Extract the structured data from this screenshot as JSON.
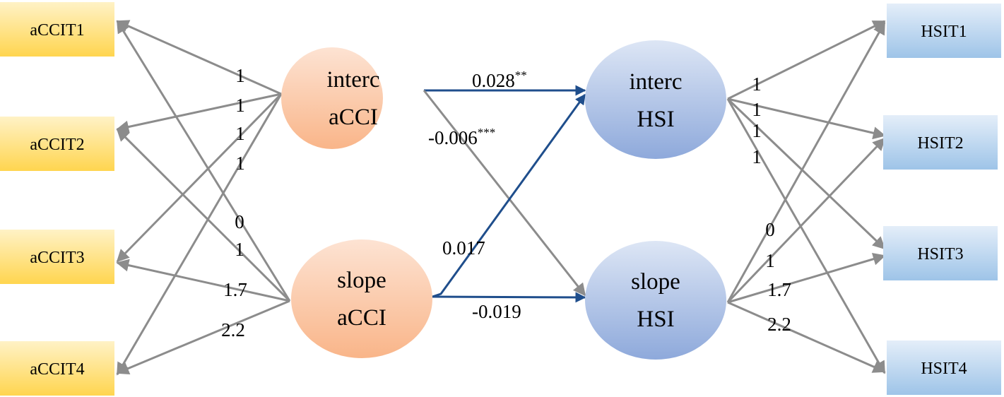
{
  "colors": {
    "acci_box": "#ffd966",
    "hsi_box": "#9dc3e6",
    "acci_latent": "#f4b183",
    "hsi_latent": "#8faadc",
    "gray_path": "#8c8c8c",
    "blue_path": "#1f4e8c"
  },
  "left_indicators": [
    "aCCIT1",
    "aCCIT2",
    "aCCIT3",
    "aCCIT4"
  ],
  "right_indicators": [
    "HSIT1",
    "HSIT2",
    "HSIT3",
    "HSIT4"
  ],
  "latents": {
    "interc_acci": {
      "line1": "interc",
      "line2": "aCCI"
    },
    "slope_acci": {
      "line1": "slope",
      "line2": "aCCI"
    },
    "interc_hsi": {
      "line1": "interc",
      "line2": "HSI"
    },
    "slope_hsi": {
      "line1": "slope",
      "line2": "HSI"
    }
  },
  "left_intercept_loadings": [
    "1",
    "1",
    "1",
    "1"
  ],
  "left_slope_loadings": [
    "0",
    "1",
    "1.7",
    "2.2"
  ],
  "right_intercept_loadings": [
    "1",
    "1",
    "1",
    "1"
  ],
  "right_slope_loadings": [
    "0",
    "1",
    "1.7",
    "2.2"
  ],
  "paths": {
    "interc_to_interc": {
      "value": "0.028",
      "sig": "**"
    },
    "interc_to_slope": {
      "value": "-0.006",
      "sig": "***"
    },
    "slope_to_interc": {
      "value": "0.017",
      "sig": ""
    },
    "slope_to_slope": {
      "value": "-0.019",
      "sig": ""
    }
  }
}
